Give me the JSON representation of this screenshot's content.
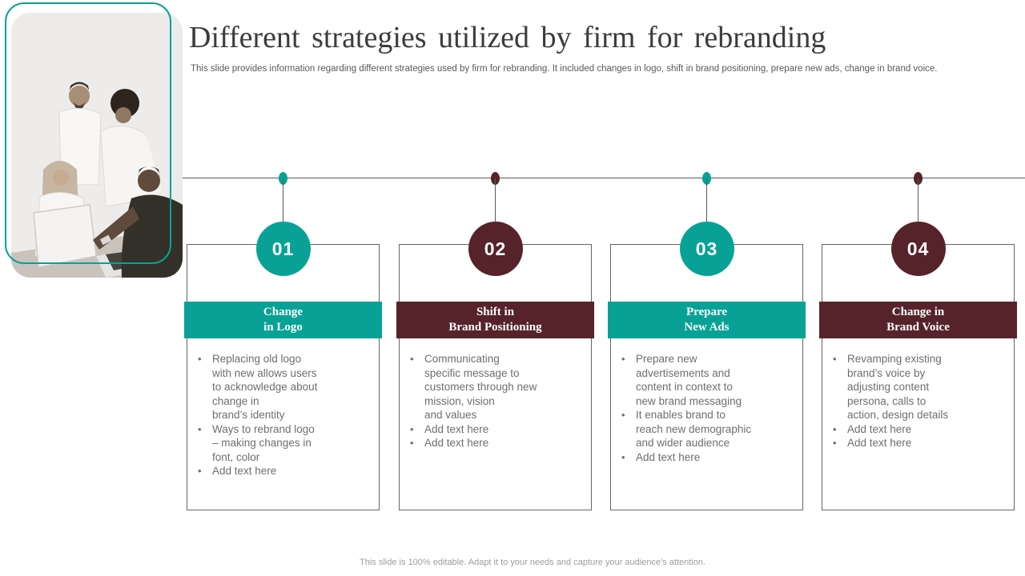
{
  "slide": {
    "title": "Different strategies utilized by firm for rebranding",
    "subtitle": "This slide provides information regarding different strategies used by firm for rebranding. It included changes in logo, shift in brand positioning, prepare new ads, change in brand voice.",
    "footer": "This slide is 100% editable. Adapt it to your needs and capture your audience's attention."
  },
  "colors": {
    "teal": "#07A295",
    "maroon": "#552329",
    "line_gray": "#595959",
    "body_text_gray": "#6E6E6E",
    "bullet_marker": "•"
  },
  "strategies": [
    {
      "number": "01",
      "accent_color": "#07A295",
      "title": "Change\nin Logo",
      "bullets": [
        "Replacing old logo\nwith new allows users\nto acknowledge about\nchange in\nbrand’s identity",
        "Ways to rebrand logo\n– making changes in\nfont, color",
        "Add text here"
      ]
    },
    {
      "number": "02",
      "accent_color": "#552329",
      "title": "Shift in\nBrand Positioning",
      "bullets": [
        "Communicating\nspecific message to\ncustomers through new\nmission, vision\nand values",
        "Add text here",
        "Add text here"
      ]
    },
    {
      "number": "03",
      "accent_color": "#07A295",
      "title": "Prepare\nNew Ads",
      "bullets": [
        "Prepare new\nadvertisements and\ncontent in context to\nnew brand messaging",
        "It enables brand to\nreach new demographic\nand wider audience",
        "Add text here"
      ]
    },
    {
      "number": "04",
      "accent_color": "#552329",
      "title": "Change in\nBrand Voice",
      "bullets": [
        "Revamping existing\nbrand’s voice by\nadjusting content\npersona, calls to\naction, design details",
        "Add text here",
        "Add text here"
      ]
    }
  ]
}
